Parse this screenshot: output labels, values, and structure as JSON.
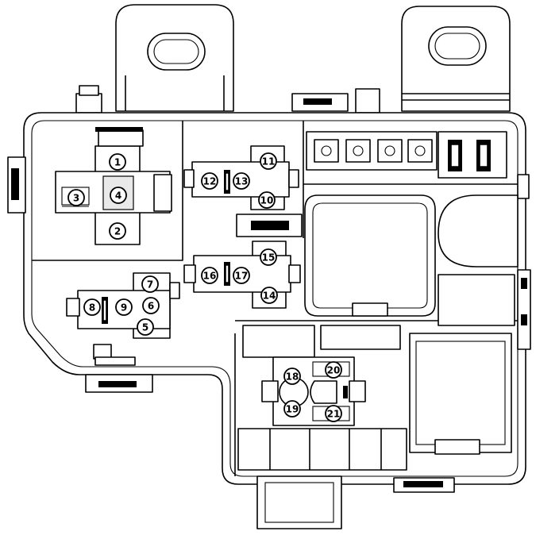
{
  "markers": [
    {
      "label": "1"
    },
    {
      "label": "2"
    },
    {
      "label": "3"
    },
    {
      "label": "4"
    },
    {
      "label": "5"
    },
    {
      "label": "6"
    },
    {
      "label": "7"
    },
    {
      "label": "8"
    },
    {
      "label": "9"
    },
    {
      "label": "10"
    },
    {
      "label": "11"
    },
    {
      "label": "12"
    },
    {
      "label": "13"
    },
    {
      "label": "14"
    },
    {
      "label": "15"
    },
    {
      "label": "16"
    },
    {
      "label": "17"
    },
    {
      "label": "18"
    },
    {
      "label": "19"
    },
    {
      "label": "20"
    },
    {
      "label": "21"
    }
  ]
}
